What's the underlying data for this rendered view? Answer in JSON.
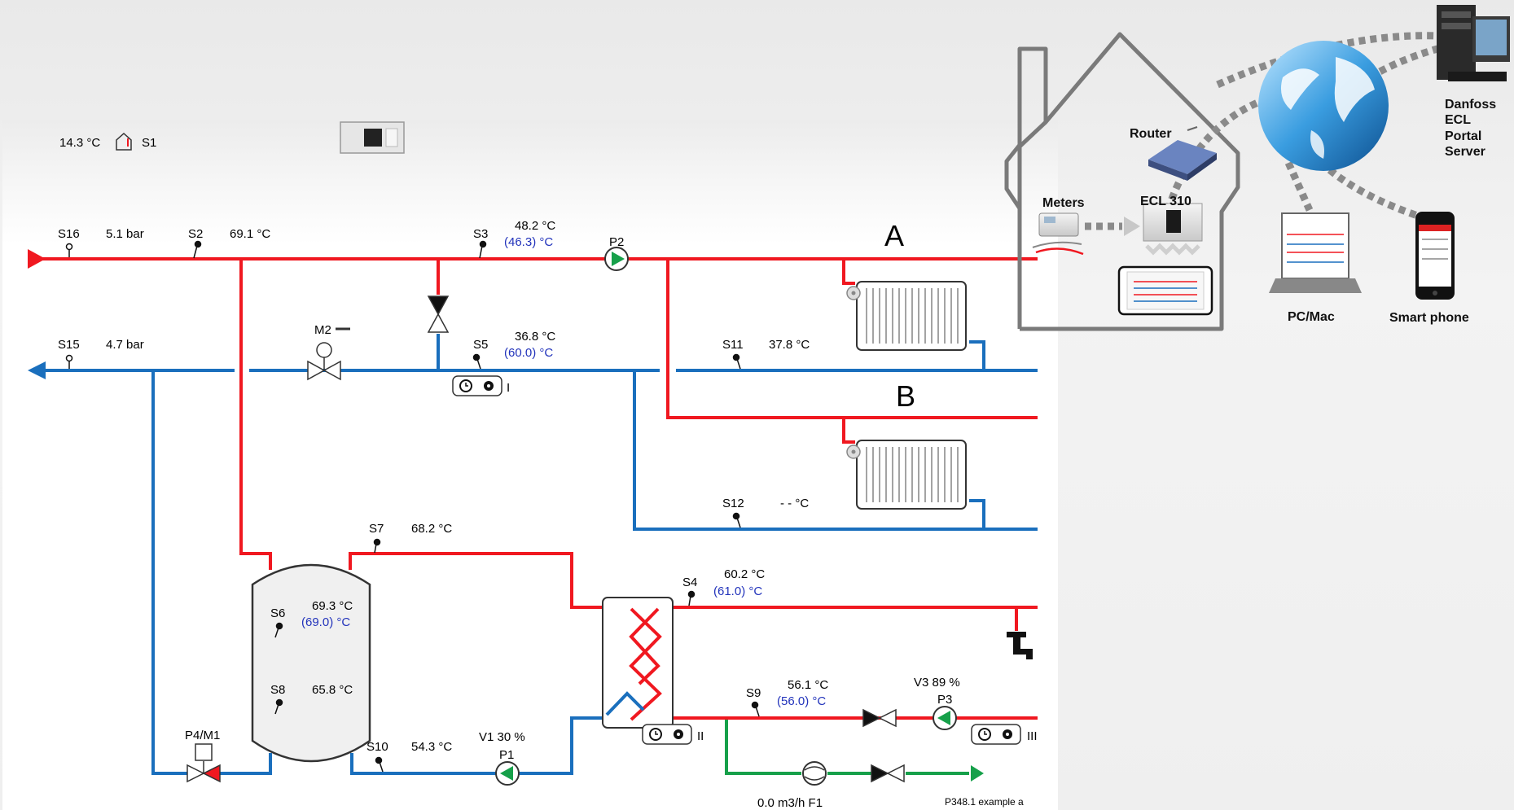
{
  "colors": {
    "supply": "#f01820",
    "return": "#1a6fbd",
    "green": "#16a04a",
    "setpoint_text": "#2233bb",
    "house": "#777777"
  },
  "outdoor": {
    "value": "14.3 °C",
    "sensor": "S1"
  },
  "pressures": {
    "s16": {
      "label": "S16",
      "value": "5.1 bar"
    },
    "s15": {
      "label": "S15",
      "value": "4.7 bar"
    }
  },
  "sensors": {
    "s2": {
      "label": "S2",
      "value": "69.1 °C"
    },
    "s3": {
      "label": "S3",
      "value": "48.2 °C",
      "setpoint": "(46.3) °C"
    },
    "s5": {
      "label": "S5",
      "value": "36.8 °C",
      "setpoint": "(60.0) °C"
    },
    "s11": {
      "label": "S11",
      "value": "37.8 °C"
    },
    "s12": {
      "label": "S12",
      "value": "- - °C"
    },
    "s7": {
      "label": "S7",
      "value": "68.2 °C"
    },
    "s4": {
      "label": "S4",
      "value": "60.2 °C",
      "setpoint": "(61.0) °C"
    },
    "s6": {
      "label": "S6",
      "value": "69.3 °C",
      "setpoint": "(69.0) °C"
    },
    "s8": {
      "label": "S8",
      "value": "65.8 °C"
    },
    "s9": {
      "label": "S9",
      "value": "56.1 °C",
      "setpoint": "(56.0) °C"
    },
    "s10": {
      "label": "S10",
      "value": "54.3 °C"
    }
  },
  "devices": {
    "p2": "P2",
    "p1": "P1",
    "p3": "P3",
    "m2": "M2",
    "p4m1": "P4/M1",
    "v1": "V1  30 %",
    "v3": "V3  89 %",
    "flow": "0.0 m3/h F1"
  },
  "circuits": {
    "a": "A",
    "b": "B",
    "c1": "I",
    "c2": "II",
    "c3": "III"
  },
  "footer": "P348.1 example a",
  "network": {
    "router": "Router",
    "meters": "Meters",
    "ecl": "ECL 310",
    "pc": "PC/Mac",
    "phone": "Smart phone",
    "server": [
      "Danfoss",
      "ECL",
      "Portal",
      "Server"
    ]
  },
  "icons": [
    "house-thermometer-icon",
    "clock-icon",
    "gear-icon",
    "tap-icon",
    "radiator-icon",
    "globe-icon",
    "router-icon",
    "server-icon",
    "laptop-icon",
    "smartphone-icon"
  ]
}
